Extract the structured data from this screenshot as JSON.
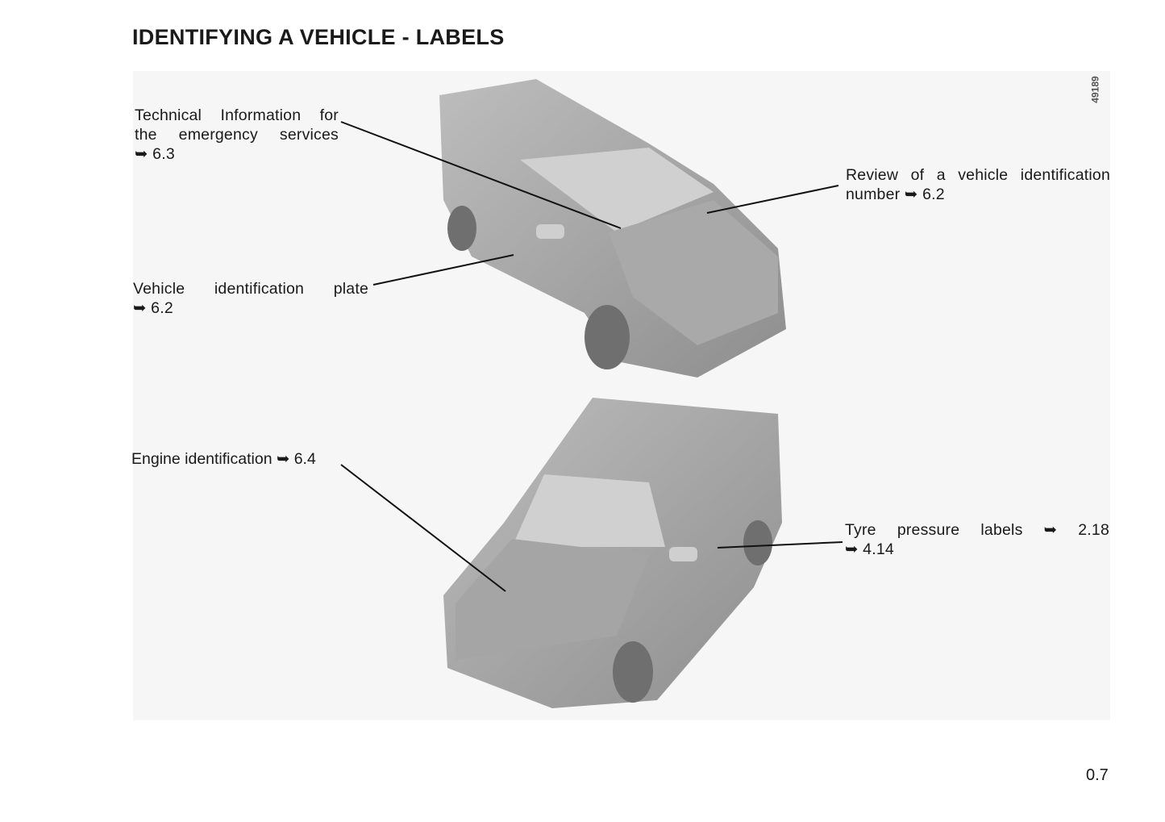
{
  "title": "IDENTIFYING A VEHICLE - LABELS",
  "figure_code": "49189",
  "arrow_glyph": "➥",
  "labels": {
    "tech_info": {
      "line1": "Technical Information for",
      "line2": "the emergency services",
      "ref": "➥ 6.3"
    },
    "vin_review": {
      "line1": "Review of a vehicle identification",
      "line2": "number ➥ 6.2"
    },
    "vin_plate": {
      "line1": "Vehicle identification plate",
      "ref": "➥ 6.2"
    },
    "engine": {
      "line1": "Engine identification ➥ 6.4"
    },
    "tyre": {
      "line1": "Tyre pressure labels ➥ 2.18",
      "ref": "➥ 4.14"
    }
  },
  "page_number": "0.7"
}
